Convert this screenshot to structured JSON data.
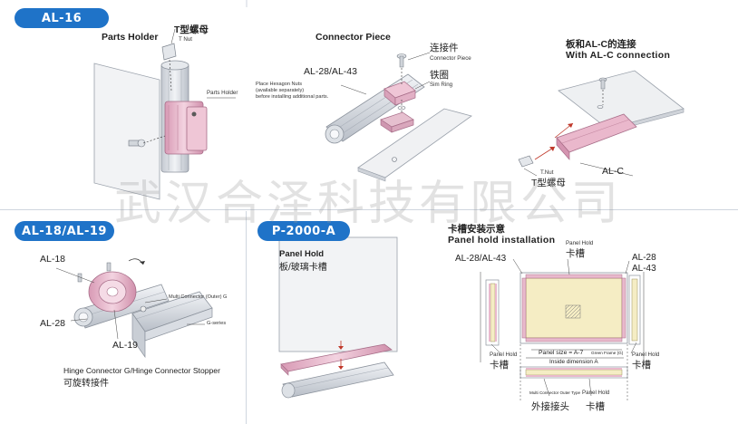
{
  "watermark": "武汉合泽科技有限公司",
  "colors": {
    "pill": "#1f73c8",
    "profile": "#d9dde3",
    "pink": "#e9b9cc",
    "panel_fill": "#f5edc4"
  },
  "al16": {
    "badge": "AL-16",
    "title": "Parts Holder",
    "tnut_cn": "T型螺母",
    "tnut_en": "T Nut",
    "parts_holder_label": "Parts Holder"
  },
  "connector": {
    "title": "Connector Piece",
    "profile_label": "AL-28/AL-43",
    "note_line1": "Place Hexagon Nuts",
    "note_line2": "(available separately)",
    "note_line3": "before installing additional parts.",
    "piece_cn": "连接件",
    "piece_en": "Connector Piece",
    "ring_cn": "铁圈",
    "ring_en": "Sim Ring"
  },
  "alc": {
    "title_cn": "板和AL-C的连接",
    "title_en": "With AL-C connection",
    "tnut_en": "T.Nut",
    "tnut_cn": "T型螺母",
    "profile_label": "AL-C"
  },
  "al18": {
    "badge": "AL-18/AL-19",
    "label_18": "AL-18",
    "label_28": "AL-28",
    "label_19": "AL-19",
    "multi_label": "Multi Connector (Outer) G",
    "gseries_label": "G-series",
    "caption_en": "Hinge Connector G/Hinge Connector Stopper",
    "caption_cn": "可旋转接件"
  },
  "p2000": {
    "badge": "P-2000-A",
    "title_en": "Panel Hold",
    "title_cn": "板/玻璃卡槽"
  },
  "install": {
    "title_cn": "卡槽安装示意",
    "title_en": "Panel hold installation",
    "top_hold_en": "Panel Hold",
    "top_hold_cn": "卡槽",
    "left_profile": "AL-28/AL-43",
    "right_28": "AL-28",
    "right_43": "AL-43",
    "left_hold": "Panel Hold",
    "left_hold_cn": "卡槽",
    "right_hold_en": "Panel Hold",
    "right_hold_cn": "卡槽",
    "size_line": "Panel size = A-7",
    "inside_line": "Inside dimension A",
    "green_frame": "Green Frame (G)",
    "bottom_connector": "Multi Connector Outer Type",
    "bottom_hold": "Panel Hold",
    "bottom_cn_left": "外接接头",
    "bottom_cn_right": "卡槽"
  }
}
